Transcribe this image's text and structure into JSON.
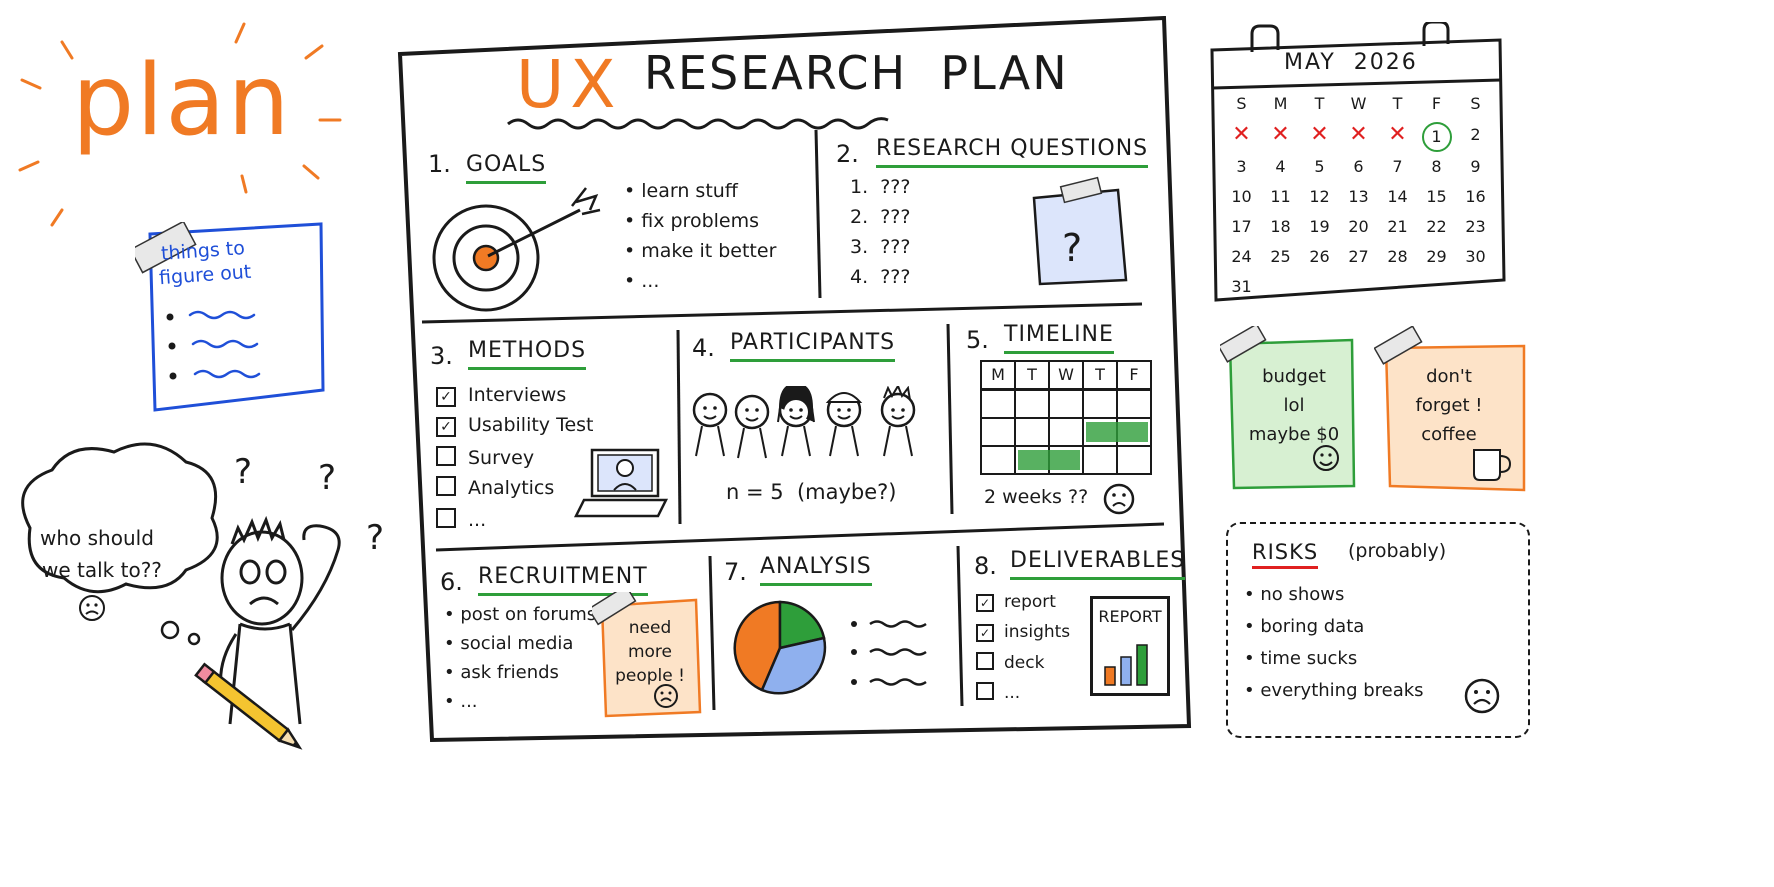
{
  "plan_doodle": {
    "word": "plan"
  },
  "sticky_figure_out": {
    "title_line1": "things to",
    "title_line2": "figure out",
    "bullet_count": 3
  },
  "thought_bubble": {
    "line1": "who should",
    "line2": "we talk to??",
    "marks": [
      "?",
      "?",
      "?"
    ]
  },
  "board": {
    "title_ux": "UX",
    "title_rest": "RESEARCH  PLAN",
    "sections": {
      "goals": {
        "num": "1.",
        "title": "GOALS",
        "items": [
          "learn stuff",
          "fix problems",
          "make it better",
          "..."
        ]
      },
      "questions": {
        "num": "2.",
        "title": "RESEARCH QUESTIONS",
        "items": [
          "1.  ???",
          "2.  ???",
          "3.  ???",
          "4.  ???"
        ],
        "note_mark": "?"
      },
      "methods": {
        "num": "3.",
        "title": "METHODS",
        "items": [
          {
            "label": "Interviews",
            "checked": true
          },
          {
            "label": "Usability Test",
            "checked": true
          },
          {
            "label": "Survey",
            "checked": false
          },
          {
            "label": "Analytics",
            "checked": false
          },
          {
            "label": "...",
            "checked": false
          }
        ]
      },
      "participants": {
        "num": "4.",
        "title": "PARTICIPANTS",
        "count_text": "n = 5  (maybe?)"
      },
      "timeline": {
        "num": "5.",
        "title": "TIMELINE",
        "days": [
          "M",
          "T",
          "W",
          "T",
          "F"
        ],
        "note": "2 weeks ??"
      },
      "recruitment": {
        "num": "6.",
        "title": "RECRUITMENT",
        "items": [
          "post on forums",
          "social media",
          "ask friends",
          "..."
        ],
        "note_lines": [
          "need",
          "more",
          "people !"
        ]
      },
      "analysis": {
        "num": "7.",
        "title": "ANALYSIS",
        "pie_colors": [
          "#f07a24",
          "#2e9e3a",
          "#8fb0ee"
        ]
      },
      "deliverables": {
        "num": "8.",
        "title": "DELIVERABLES",
        "items": [
          {
            "label": "report",
            "checked": true
          },
          {
            "label": "insights",
            "checked": true
          },
          {
            "label": "deck",
            "checked": false
          },
          {
            "label": "...",
            "checked": false
          }
        ],
        "report_label": "REPORT"
      }
    }
  },
  "calendar": {
    "month": "MAY  2026",
    "weekdays": [
      "S",
      "M",
      "T",
      "W",
      "T",
      "F",
      "S"
    ],
    "days": [
      "1",
      "2",
      "3",
      "4",
      "5",
      "6",
      "7",
      "8",
      "9",
      "10",
      "11",
      "12",
      "13",
      "14",
      "15",
      "16",
      "17",
      "18",
      "19",
      "20",
      "21",
      "22",
      "23",
      "24",
      "25",
      "26",
      "27",
      "28",
      "29",
      "30",
      "31"
    ],
    "highlight": "1"
  },
  "sticky_budget": {
    "lines": [
      "budget",
      "lol",
      "maybe $0"
    ]
  },
  "sticky_coffee": {
    "lines": [
      "don't",
      "forget !",
      "coffee"
    ]
  },
  "risks": {
    "title": "RISKS",
    "subtitle": "(probably)",
    "items": [
      "no shows",
      "boring data",
      "time sucks",
      "everything breaks"
    ]
  },
  "colors": {
    "orange": "#f07a24",
    "green": "#2e9e3a",
    "blue": "#1f4fd8",
    "ink": "#1a1a1a"
  }
}
